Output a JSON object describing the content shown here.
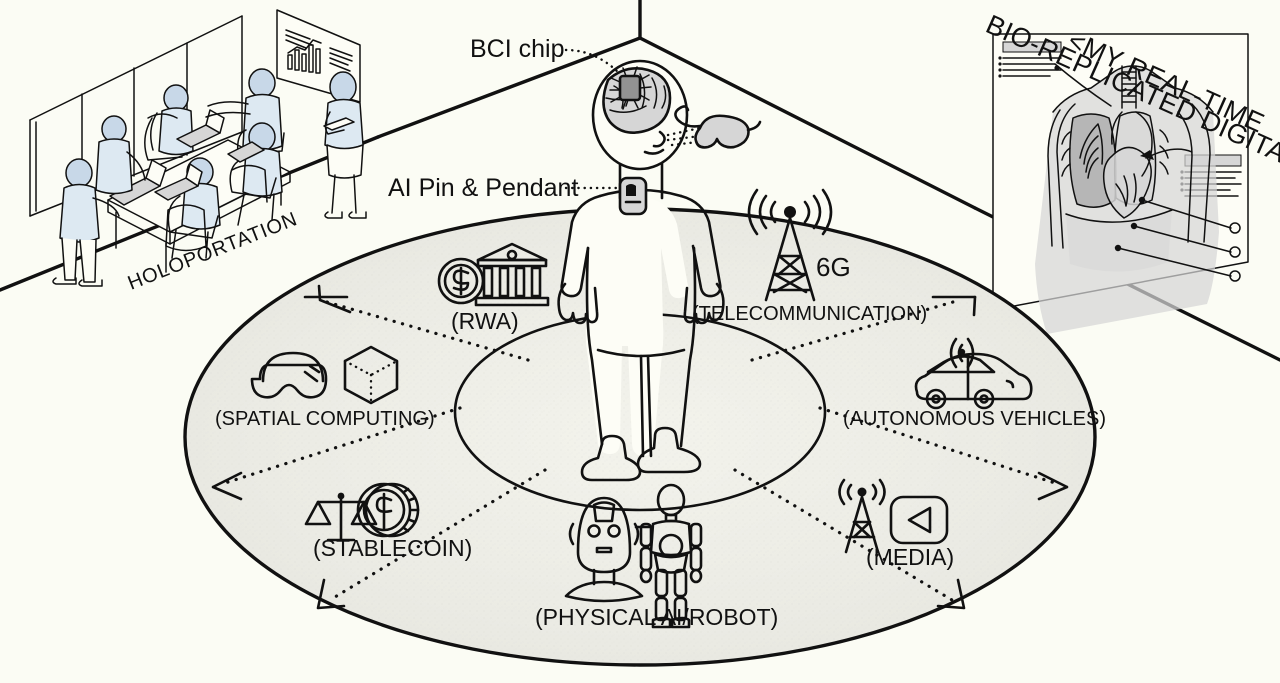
{
  "scene": {
    "background_color": "#fbfcf4",
    "ink_color": "#111111",
    "accent_blue": "#c8d8e8"
  },
  "panels": {
    "left": {
      "label": "HOLOPORTATION",
      "description": "isometric-conference-room-with-remote-participants"
    },
    "right": {
      "label": "<MY REAL-TIME BIO-REPLICATED DIGITAL TWIN>",
      "label_line1": "<MY REAL-TIME",
      "label_line2": "BIO-REPLICATED DIGITAL TWIN>",
      "description": "anatomical-torso-scan-screen"
    }
  },
  "callouts": [
    {
      "id": "bci",
      "label": "BCI chip",
      "target": "brain-implant"
    },
    {
      "id": "aipin",
      "label": "AI Pin & Pendant",
      "target": "chest-device"
    }
  ],
  "center": {
    "figure": "standing-person",
    "wearables": [
      "brain-chip",
      "smart-glasses",
      "ai-pin-pendant"
    ]
  },
  "sectors": [
    {
      "id": "rwa",
      "label": "(RWA)",
      "icons": [
        "dollar-coin-icon",
        "bank-building-icon"
      ],
      "position": "top-left-inner"
    },
    {
      "id": "telecommunication",
      "label": "(TELECOMMUNICATION)",
      "badge": "6G",
      "icons": [
        "cell-tower-icon"
      ],
      "position": "top-right-inner"
    },
    {
      "id": "spatial-computing",
      "label": "(SPATIAL COMPUTING)",
      "icons": [
        "vr-headset-icon",
        "3d-cube-icon"
      ],
      "position": "left"
    },
    {
      "id": "autonomous-vehicles",
      "label": "(AUTONOMOUS VEHICLES)",
      "icons": [
        "self-driving-car-icon"
      ],
      "position": "right"
    },
    {
      "id": "stablecoin",
      "label": "(STABLECOIN)",
      "icons": [
        "balance-scale-icon",
        "coin-icon"
      ],
      "position": "bottom-left"
    },
    {
      "id": "media",
      "label": "(MEDIA)",
      "icons": [
        "broadcast-tower-icon",
        "video-play-icon"
      ],
      "position": "bottom-right"
    },
    {
      "id": "physical-ai-robot",
      "label": "(PHYSICAL AI/ROBOT)",
      "icons": [
        "robot-head-icon",
        "humanoid-robot-icon"
      ],
      "position": "bottom-center"
    }
  ]
}
